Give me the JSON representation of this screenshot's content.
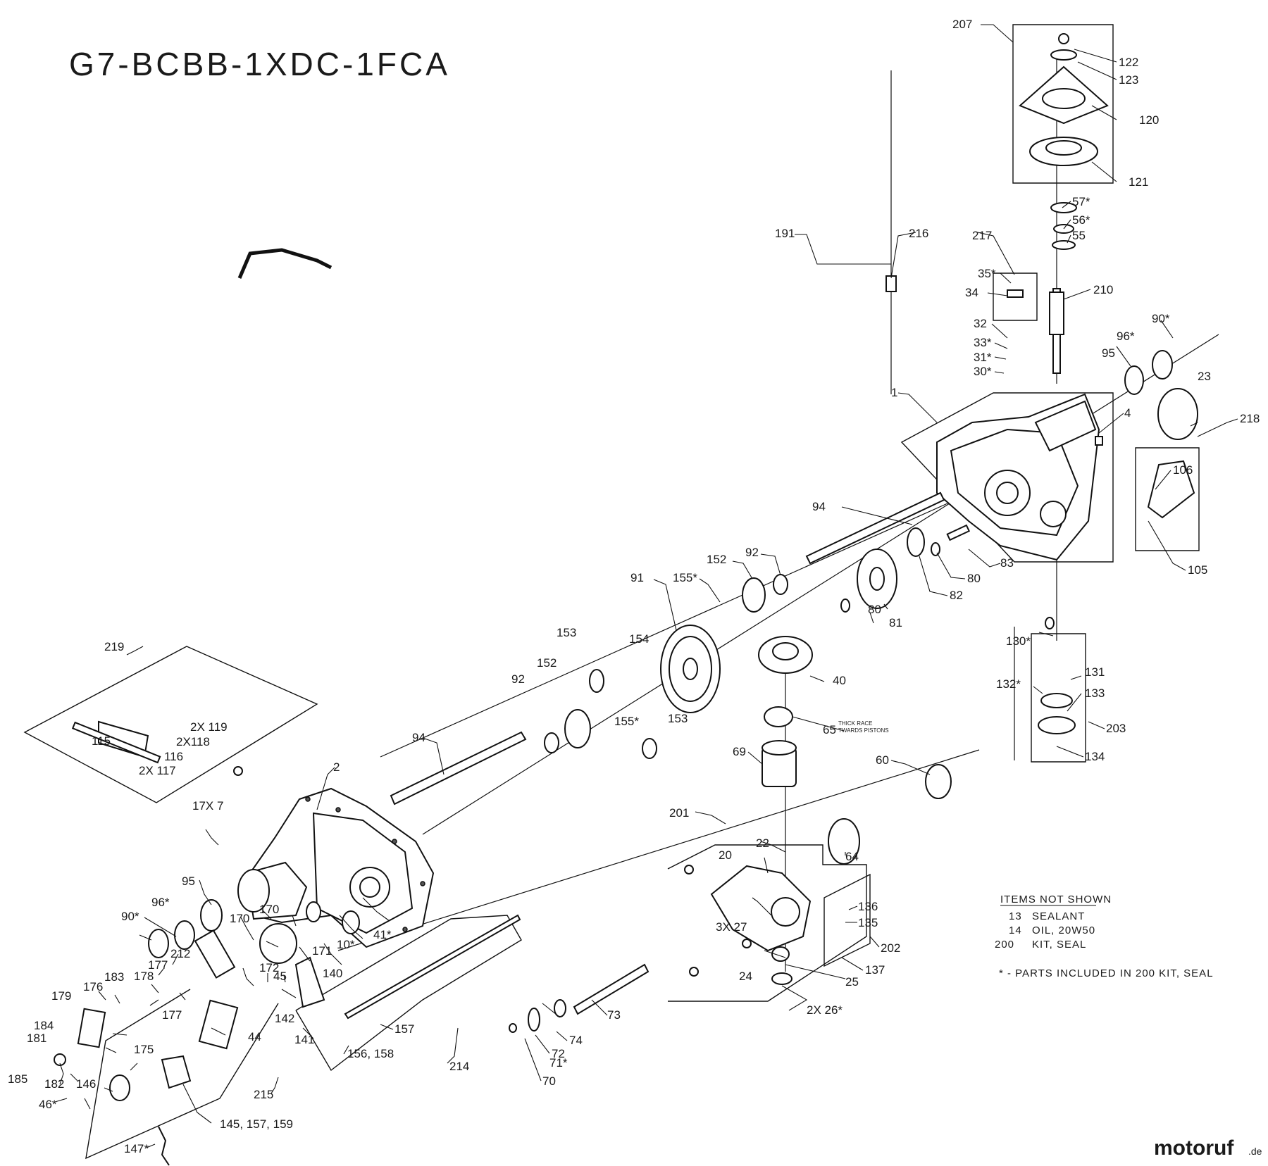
{
  "title": "G7-BCBB-1XDC-1FCA",
  "callouts": {
    "c1": "1",
    "c2": "2",
    "c4": "4",
    "c17x7": "17X 7",
    "c20": "20",
    "c22": "22",
    "c23": "23",
    "c24": "24",
    "c25": "25",
    "c2x26": "2X 26*",
    "c3x27": "3X 27",
    "c30": "30*",
    "c31": "31*",
    "c32": "32",
    "c33": "33*",
    "c34": "34",
    "c35": "35*",
    "c40": "40",
    "c41": "41*",
    "c44": "44",
    "c45": "45",
    "c46": "46*",
    "c55": "55",
    "c56": "56*",
    "c57": "57*",
    "c60": "60",
    "c64": "64",
    "c65": "65",
    "c69": "69",
    "c70": "70",
    "c71": "71*",
    "c72": "72",
    "c73": "73",
    "c74": "74",
    "c80a": "80",
    "c80b": "80",
    "c81": "81",
    "c82": "82",
    "c83": "83",
    "c90a": "90*",
    "c90b": "90*",
    "c91": "91",
    "c92a": "92",
    "c92b": "92",
    "c94a": "94",
    "c94b": "94",
    "c95a": "95",
    "c95b": "95",
    "c96a": "96*",
    "c96b": "96*",
    "c105": "105",
    "c106": "106",
    "c10": "10*",
    "c115": "115",
    "c116": "116",
    "c2x117": "2X 117",
    "c2x118": "2X118",
    "c2x119": "2X 119",
    "c120": "120",
    "c121": "121",
    "c122": "122",
    "c123": "123",
    "c130": "130*",
    "c131": "131",
    "c132": "132*",
    "c133": "133",
    "c134": "134",
    "c135": "135",
    "c136": "136",
    "c137": "137",
    "c140": "140",
    "c141": "141",
    "c142": "142",
    "c145": "145, 157, 159",
    "c146": "146",
    "c147": "147*",
    "c152a": "152",
    "c152b": "152",
    "c153a": "153",
    "c153b": "153",
    "c154": "154",
    "c155a": "155*",
    "c155b": "155*",
    "c156": "156, 158",
    "c157": "157",
    "c170a": "170",
    "c170b": "170",
    "c171": "171",
    "c172": "172",
    "c175": "175",
    "c176": "176",
    "c177a": "177",
    "c177b": "177",
    "c178": "178",
    "c179": "179",
    "c181": "181",
    "c182": "182",
    "c183": "183",
    "c184": "184",
    "c185": "185",
    "c191": "191",
    "c201": "201",
    "c202": "202",
    "c203": "203",
    "c207": "207",
    "c210": "210",
    "c212": "212",
    "c214": "214",
    "c215": "215",
    "c216": "216",
    "c217": "217",
    "c218": "218",
    "c219": "219"
  },
  "annotation": {
    "line1": "THICK RACE",
    "line2": "TWARDS PISTONS"
  },
  "notes": {
    "header": "ITEMS NOT SHOWN",
    "items": [
      {
        "num": "13",
        "desc": "SEALANT"
      },
      {
        "num": "14",
        "desc": "OIL, 20W50"
      },
      {
        "num": "200",
        "desc": "KIT, SEAL"
      }
    ],
    "footnote": "* - PARTS INCLUDED IN 200 KIT, SEAL"
  },
  "watermark": {
    "name": "motoruf",
    "suffix": ".de",
    "color_primary": "#1f3e8c",
    "color_accent": "#e07b16"
  }
}
